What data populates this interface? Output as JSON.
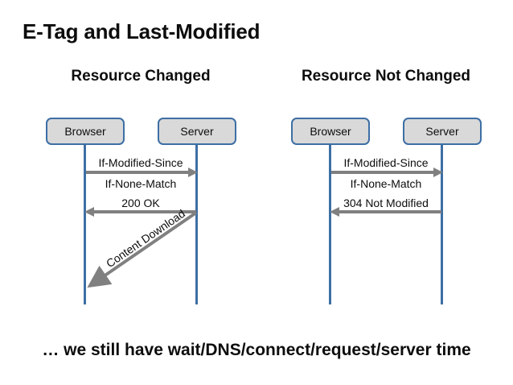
{
  "slide": {
    "title": "E-Tag and Last-Modified",
    "footer_caption": "… we still have wait/DNS/connect/request/server time",
    "colors": {
      "box_fill": "#d9d9d9",
      "box_border": "#3d6fa5",
      "lifeline": "#3d6fa5",
      "arrow": "#808080",
      "text": "#0d0d0d",
      "background": "#ffffff"
    }
  },
  "panels": [
    {
      "heading": "Resource Changed",
      "actors": {
        "browser": "Browser",
        "server": "Server"
      },
      "messages": [
        {
          "label": "If-Modified-Since",
          "direction": "right",
          "has_arrow": true
        },
        {
          "label": "If-None-Match",
          "direction": "right",
          "has_arrow": false
        },
        {
          "label": "200 OK",
          "direction": "left",
          "has_arrow": true
        }
      ],
      "diagonal": {
        "label": "Content Download",
        "direction": "server-to-browser"
      }
    },
    {
      "heading": "Resource Not Changed",
      "actors": {
        "browser": "Browser",
        "server": "Server"
      },
      "messages": [
        {
          "label": "If-Modified-Since",
          "direction": "right",
          "has_arrow": true
        },
        {
          "label": "If-None-Match",
          "direction": "right",
          "has_arrow": false
        },
        {
          "label": "304 Not Modified",
          "direction": "left",
          "has_arrow": true
        }
      ],
      "diagonal": null
    }
  ]
}
